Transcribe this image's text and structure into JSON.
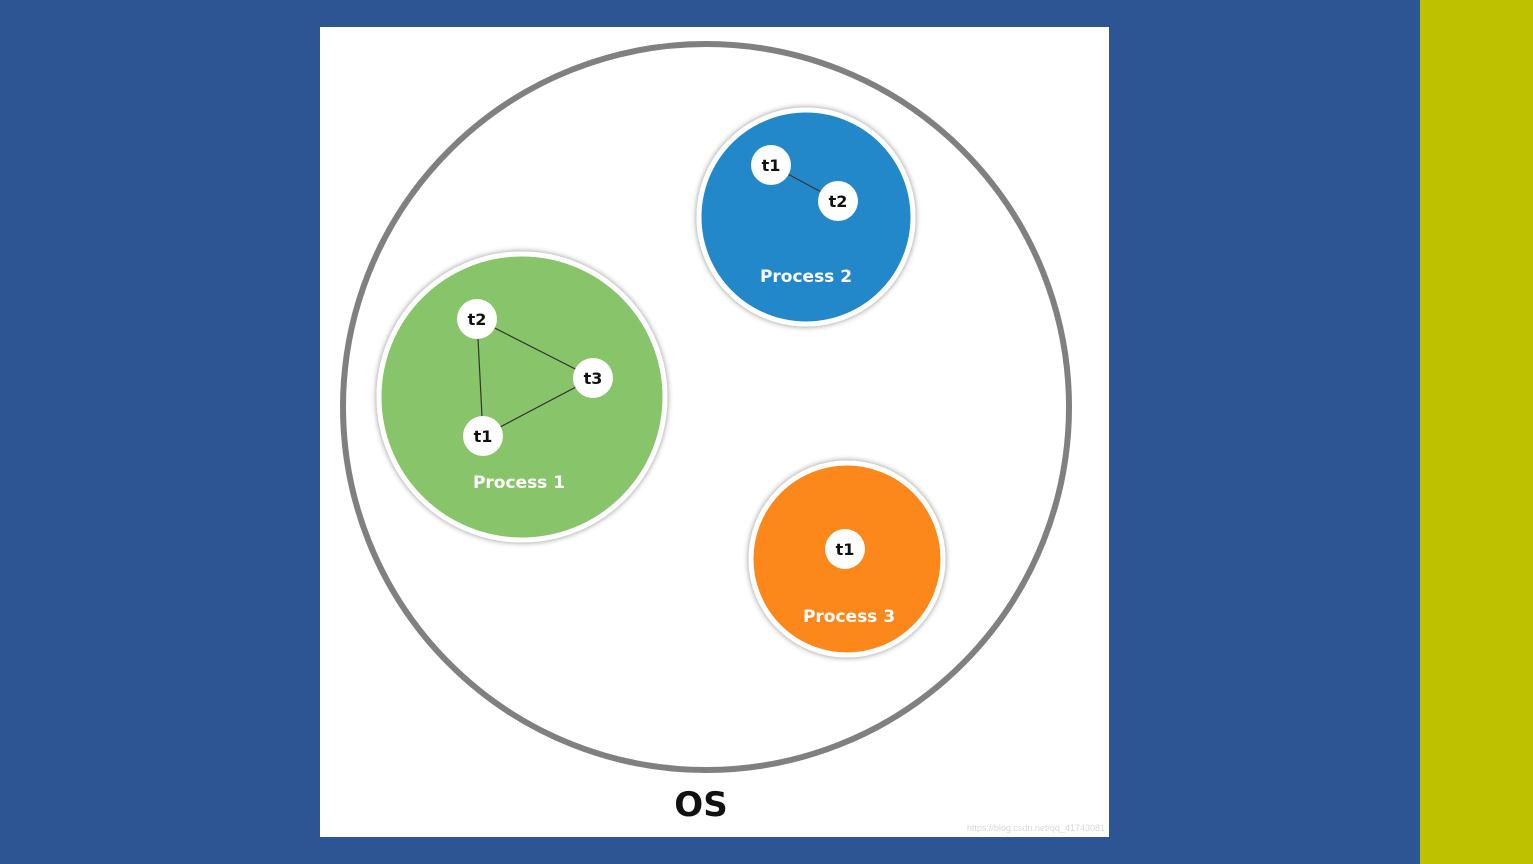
{
  "os": {
    "label": "OS",
    "border_color": "#808080"
  },
  "processes": [
    {
      "label": "Process 1",
      "color": "#88c56a",
      "threads": [
        "t2",
        "t3",
        "t1"
      ]
    },
    {
      "label": "Process 2",
      "color": "#2488c9",
      "threads": [
        "t1",
        "t2"
      ]
    },
    {
      "label": "Process 3",
      "color": "#fc881f",
      "threads": [
        "t1"
      ]
    }
  ],
  "colors": {
    "background": "#2d5493",
    "accent_bar": "#bec100",
    "card": "#ffffff"
  },
  "watermark": "https://blog.csdn.net/qq_41743081"
}
